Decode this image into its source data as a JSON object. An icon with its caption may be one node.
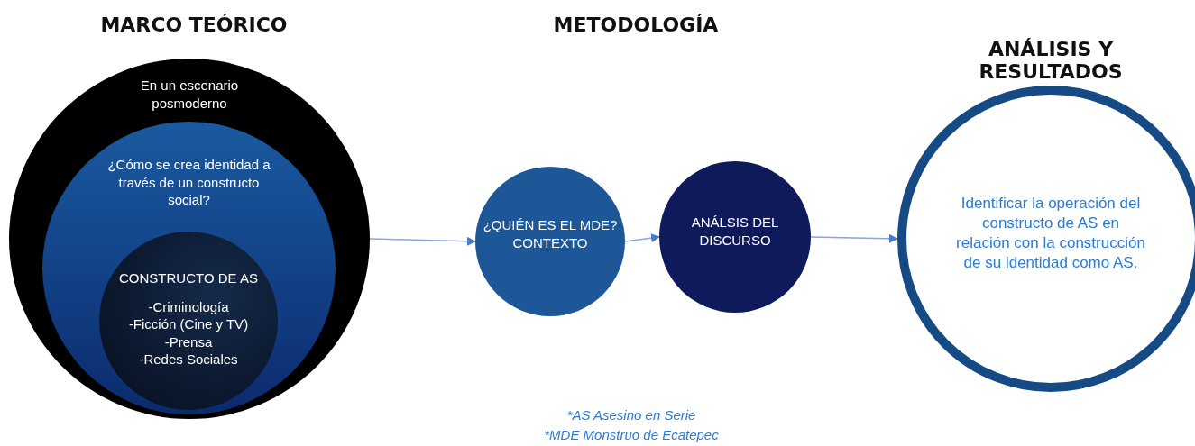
{
  "diagram": {
    "nodes": [
      {
        "text": [
          "En un escenario posmoderno"
        ]
      },
      {
        "text": [
          "¿Cómo se crea identidad a través de un constructo social?"
        ],
        "in": 0
      },
      {
        "text": [
          "CONSTRUCTO DE AS",
          "-Criminología",
          "-Ficción (Cine y TV)",
          "-Prensa",
          "-Redes Sociales"
        ],
        "in": 1
      },
      {
        "text": [
          "¿QUIÉN ES EL MDE? CONTEXTO"
        ]
      },
      {
        "text": [
          "ANÁLSIS DEL DISCURSO"
        ]
      },
      {
        "text": [
          "Identificar la operación del constructo de AS en relación con la construcción de su identidad como AS."
        ]
      }
    ],
    "edges": [
      {
        "from": 0,
        "to": 3,
        "arrow": "to"
      },
      {
        "from": 3,
        "to": 4,
        "arrow": "to"
      },
      {
        "from": 4,
        "to": 5,
        "arrow": "to"
      }
    ],
    "labels": [
      "MARCO TEÓRICO",
      "METODOLOGÍA",
      "ANÁLISIS Y RESULTADOS",
      "*AS Asesino en Serie",
      "*MDE Monstruo de Ecatepec"
    ]
  }
}
